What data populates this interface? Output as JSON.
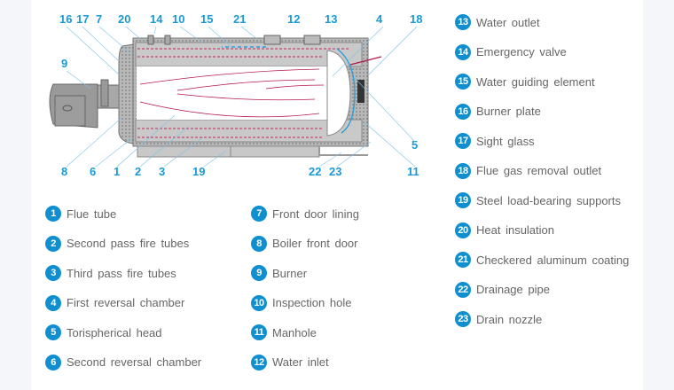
{
  "colors": {
    "accent": "#0f8fd0",
    "label": "#1a9ad6",
    "flame": "#b5174a",
    "body": "#c8c8c8"
  },
  "legend": [
    {
      "num": "1",
      "text": "Flue tube"
    },
    {
      "num": "2",
      "text": "Second pass fire tubes"
    },
    {
      "num": "3",
      "text": "Third pass fire tubes"
    },
    {
      "num": "4",
      "text": "First reversal chamber"
    },
    {
      "num": "5",
      "text": "Torispherical head"
    },
    {
      "num": "6",
      "text": "Second reversal chamber"
    },
    {
      "num": "7",
      "text": "Front door lining"
    },
    {
      "num": "8",
      "text": "Boiler front door"
    },
    {
      "num": "9",
      "text": "Burner"
    },
    {
      "num": "10",
      "text": "Inspection hole"
    },
    {
      "num": "11",
      "text": "Manhole"
    },
    {
      "num": "12",
      "text": "Water inlet"
    },
    {
      "num": "13",
      "text": "Water outlet"
    },
    {
      "num": "14",
      "text": "Emergency valve"
    },
    {
      "num": "15",
      "text": "Water guiding element"
    },
    {
      "num": "16",
      "text": "Burner plate"
    },
    {
      "num": "17",
      "text": "Sight glass"
    },
    {
      "num": "18",
      "text": "Flue gas removal outlet"
    },
    {
      "num": "19",
      "text": "Steel load-bearing supports"
    },
    {
      "num": "20",
      "text": "Heat insulation"
    },
    {
      "num": "21",
      "text": "Checkered aluminum coating"
    },
    {
      "num": "22",
      "text": "Drainage pipe"
    },
    {
      "num": "23",
      "text": "Drain nozzle"
    }
  ]
}
